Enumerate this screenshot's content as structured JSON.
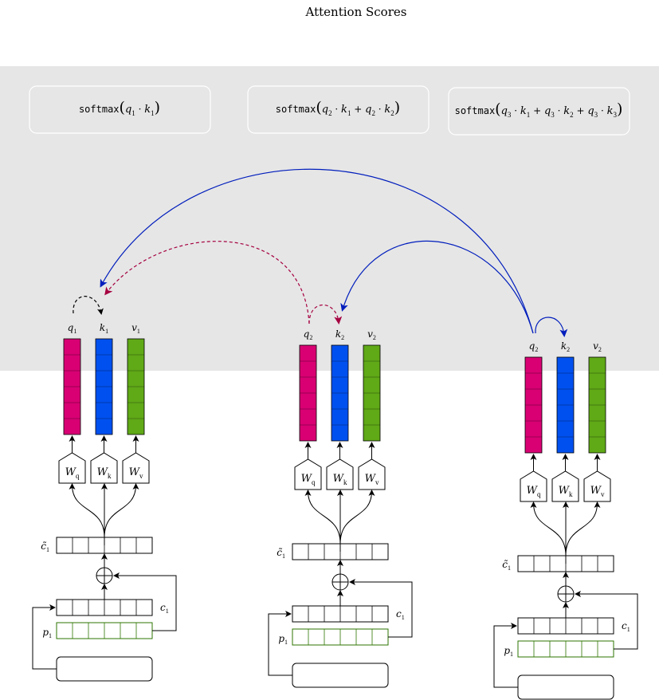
{
  "title": "Attention Scores",
  "formulas": [
    {
      "fn": "softmax",
      "body": [
        {
          "v": "q",
          "s": "1"
        },
        {
          "op": "·"
        },
        {
          "v": "k",
          "s": "1"
        }
      ]
    },
    {
      "fn": "softmax",
      "body": [
        {
          "v": "q",
          "s": "2"
        },
        {
          "op": "·"
        },
        {
          "v": "k",
          "s": "1"
        },
        {
          "op": "+"
        },
        {
          "v": "q",
          "s": "2"
        },
        {
          "op": "·"
        },
        {
          "v": "k",
          "s": "2"
        }
      ]
    },
    {
      "fn": "softmax",
      "body": [
        {
          "v": "q",
          "s": "3"
        },
        {
          "op": "·"
        },
        {
          "v": "k",
          "s": "1"
        },
        {
          "op": "+"
        },
        {
          "v": "q",
          "s": "3"
        },
        {
          "op": "·"
        },
        {
          "v": "k",
          "s": "2"
        },
        {
          "op": "+"
        },
        {
          "v": "q",
          "s": "3"
        },
        {
          "op": "·"
        },
        {
          "v": "k",
          "s": "3"
        }
      ]
    }
  ],
  "blocks": [
    {
      "vectors": [
        {
          "v": "q",
          "s": "1"
        },
        {
          "v": "k",
          "s": "1"
        },
        {
          "v": "v",
          "s": "1"
        }
      ],
      "weights": [
        {
          "v": "W",
          "s": "q"
        },
        {
          "v": "W",
          "s": "k"
        },
        {
          "v": "W",
          "s": "v"
        }
      ],
      "c_tilde": {
        "v": "c̃",
        "s": "1"
      },
      "c": {
        "v": "c",
        "s": "1"
      },
      "p": {
        "v": "p",
        "s": "1"
      }
    },
    {
      "vectors": [
        {
          "v": "q",
          "s": "2"
        },
        {
          "v": "k",
          "s": "2"
        },
        {
          "v": "v",
          "s": "2"
        }
      ],
      "weights": [
        {
          "v": "W",
          "s": "q"
        },
        {
          "v": "W",
          "s": "k"
        },
        {
          "v": "W",
          "s": "v"
        }
      ],
      "c_tilde": {
        "v": "c̃",
        "s": "1"
      },
      "c": {
        "v": "c",
        "s": "1"
      },
      "p": {
        "v": "p",
        "s": "1"
      }
    },
    {
      "vectors": [
        {
          "v": "q",
          "s": "2"
        },
        {
          "v": "k",
          "s": "2"
        },
        {
          "v": "v",
          "s": "2"
        }
      ],
      "weights": [
        {
          "v": "W",
          "s": "q"
        },
        {
          "v": "W",
          "s": "k"
        },
        {
          "v": "W",
          "s": "v"
        }
      ],
      "c_tilde": {
        "v": "c̃",
        "s": "1"
      },
      "c": {
        "v": "c",
        "s": "1"
      },
      "p": {
        "v": "p",
        "s": "1"
      }
    }
  ],
  "colors": {
    "band": "#e6e6e6",
    "query": "#d80073",
    "key": "#0050ef",
    "value": "#60a917",
    "position_border": "#2d7600",
    "blue_arrow": "#001dbc",
    "red_arrow": "#a50040",
    "black": "#000000"
  }
}
